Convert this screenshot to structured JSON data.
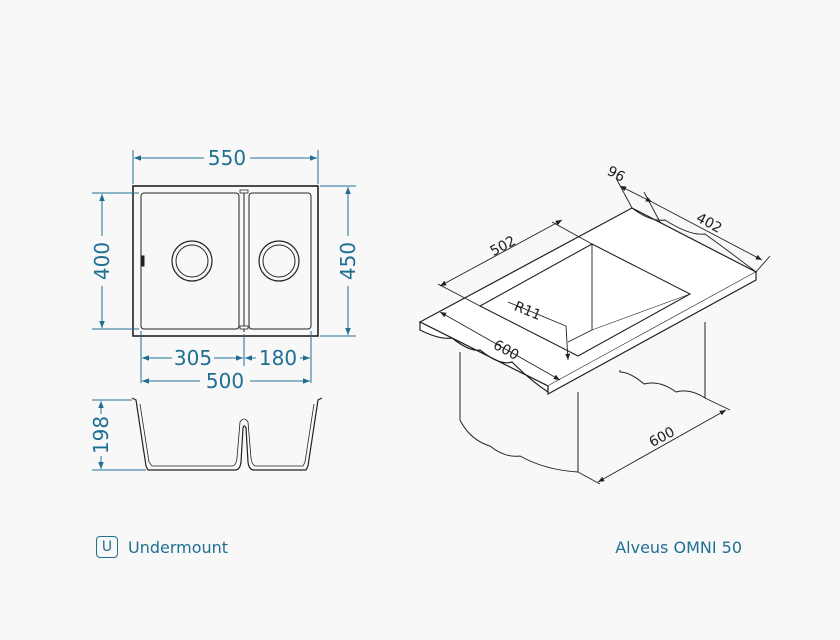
{
  "dimensions": {
    "top_width": "550",
    "left_height": "400",
    "right_height": "450",
    "left_bowl_width": "305",
    "right_bowl_width": "180",
    "inner_width": "500",
    "depth": "198"
  },
  "iso_dimensions": {
    "d96": "96",
    "d402": "402",
    "d502": "502",
    "radius": "R11",
    "d600_front": "600",
    "d600_bottom": "600"
  },
  "footer": {
    "badge_letter": "U",
    "mount_type": "Undermount",
    "product_name": "Alveus OMNI 50"
  },
  "colors": {
    "accent": "#1f6f93",
    "line": "#222222"
  }
}
